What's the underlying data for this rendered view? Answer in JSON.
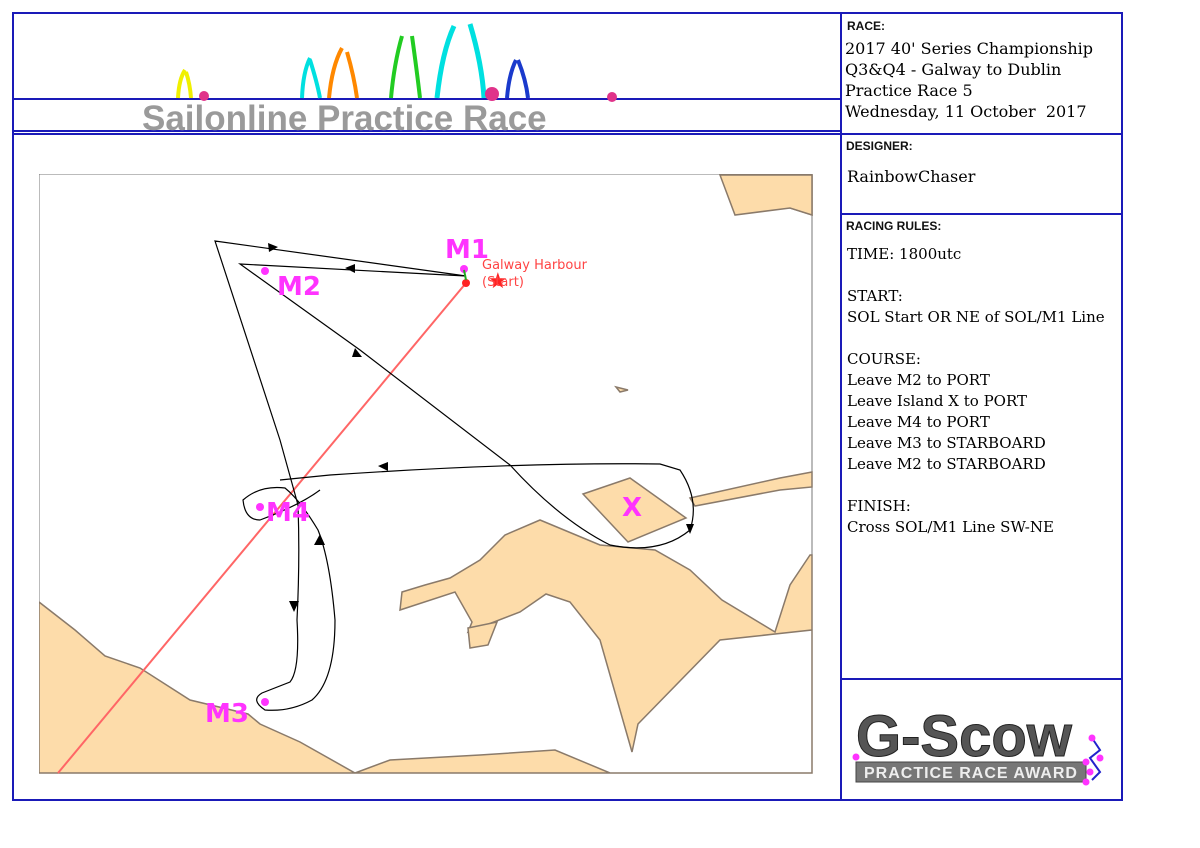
{
  "banner": {
    "title": "Sailonline Practice Race"
  },
  "race": {
    "label": "RACE:",
    "lines": [
      "2017 40' Series Championship",
      "Q3&Q4 - Galway to Dublin",
      "Practice Race 5",
      "Wednesday, 11 October  2017"
    ]
  },
  "designer": {
    "label": "DESIGNER:",
    "name": "RainbowChaser"
  },
  "rules": {
    "label": "RACING RULES:",
    "time": "TIME: 1800utc",
    "start_heading": "START:",
    "start_text": "SOL Start OR NE of SOL/M1 Line",
    "course_heading": "COURSE:",
    "course_items": [
      "Leave M2 to PORT",
      "Leave Island X to PORT",
      "Leave M4 to PORT",
      "Leave M3 to STARBOARD",
      "Leave M2 to STARBOARD"
    ],
    "finish_heading": "FINISH:",
    "finish_text": "Cross SOL/M1 Line SW-NE"
  },
  "map": {
    "harbour_label": "Galway Harbour",
    "start_label": "(Start)",
    "marks": [
      "M1",
      "M2",
      "M3",
      "M4"
    ],
    "island_label": "X",
    "colors": {
      "land": "#fddcaa",
      "land_edge": "#8a7a6a",
      "mark": "#ff33ff",
      "start": "#ff2222",
      "course": "#000000",
      "start_line": "#ff6666"
    }
  },
  "logo": {
    "title": "G-Scow",
    "subtitle": "PRACTICE RACE AWARD"
  },
  "colors": {
    "border": "#1a1ab8",
    "banner_text": "#9a9a9a",
    "dot": "#e0338a"
  }
}
